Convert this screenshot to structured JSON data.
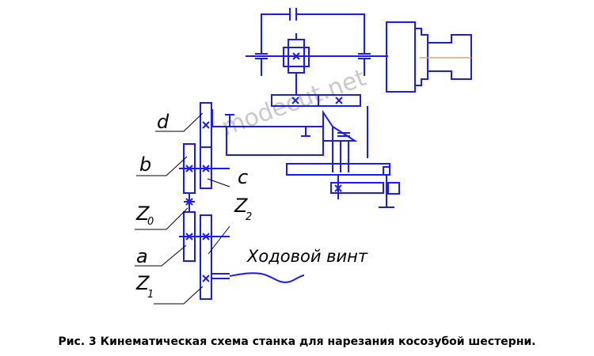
{
  "watermark": "modecut.net",
  "labels": {
    "d": "d",
    "b": "b",
    "c": "c",
    "z0": "Z",
    "z0_sub": "0",
    "z2": "Z",
    "z2_sub": "2",
    "a": "a",
    "z1": "Z",
    "z1_sub": "1",
    "lead_screw": "Ходовой винт"
  },
  "caption": "Рис. 3 Кинематическая схема станка для нарезания косозубой шестерни.",
  "colors": {
    "mechanism": "#1a1aff",
    "leaders": "#000000",
    "workpiece_axis": "#e8a060"
  }
}
